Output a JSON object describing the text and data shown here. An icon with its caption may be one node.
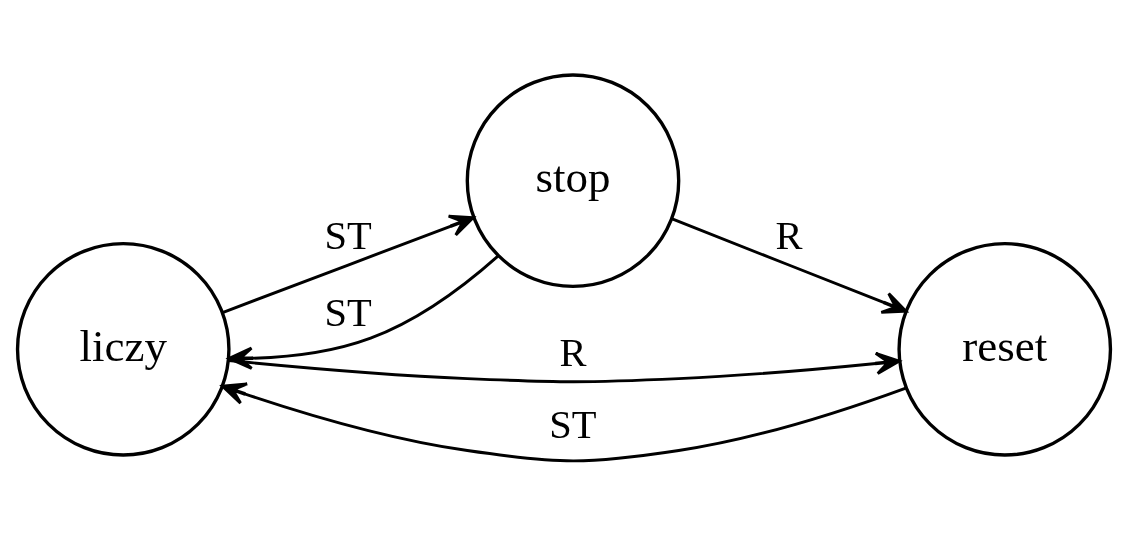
{
  "diagram": {
    "nodes": [
      {
        "text": [
          "liczy"
        ]
      },
      {
        "text": [
          "stop"
        ]
      },
      {
        "text": [
          "reset"
        ]
      }
    ],
    "edges": [
      {
        "from": 0,
        "to": 2,
        "arrow": "to",
        "label": "R"
      },
      {
        "from": 0,
        "to": 1,
        "arrow": "to",
        "label": "ST"
      },
      {
        "from": 1,
        "to": 2,
        "arrow": "to",
        "label": "R"
      },
      {
        "from": 1,
        "to": 0,
        "arrow": "to",
        "label": "ST"
      },
      {
        "from": 2,
        "to": 0,
        "arrow": "to",
        "label": "ST"
      }
    ]
  }
}
